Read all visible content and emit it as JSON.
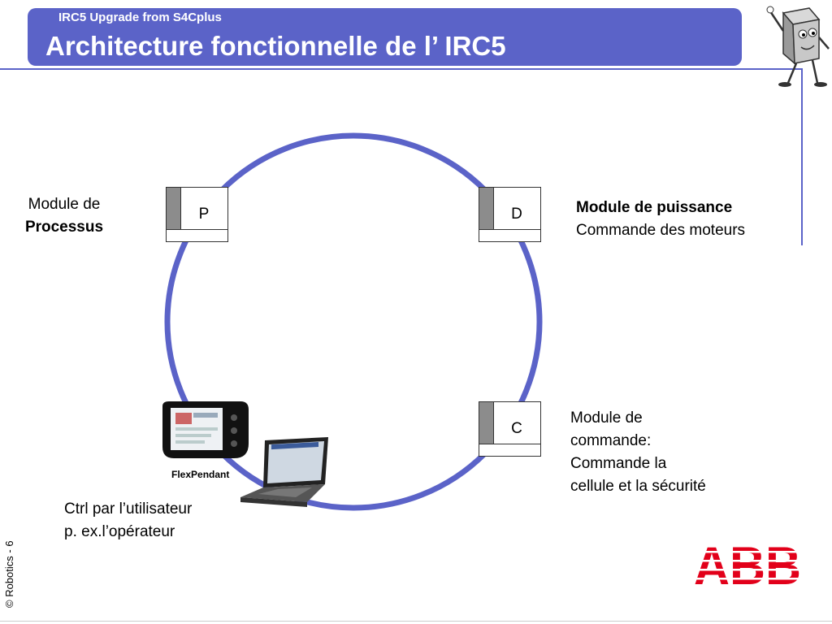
{
  "header": {
    "subtitle": "IRC5 Upgrade from S4Cplus",
    "title": "Architecture fonctionnelle de l’ IRC5"
  },
  "modules": {
    "p": {
      "letter": "P",
      "label_line1": "Module de",
      "label_line2": "Processus"
    },
    "d": {
      "letter": "D",
      "label_line1": "Module de puissance",
      "label_line2": "Commande des moteurs"
    },
    "c": {
      "letter": "C",
      "label_lines": [
        "Module de",
        "commande:",
        "Commande  la",
        "cellule et la sécurité"
      ]
    }
  },
  "user_control": {
    "device_caption": "FlexPendant",
    "line1": "Ctrl par l’utilisateur",
    "line2": "p. ex.l’opérateur"
  },
  "footer": {
    "side_text": "© Robotics  - 6",
    "logo_text": "ABB"
  },
  "colors": {
    "accent": "#5b63c8",
    "logo_red": "#e2001a",
    "module_stripe": "#8c8c8c"
  },
  "icons": {
    "mascot": "robot-cabinet-mascot-icon",
    "pendant": "flexpendant-device-icon",
    "laptop": "laptop-icon"
  }
}
